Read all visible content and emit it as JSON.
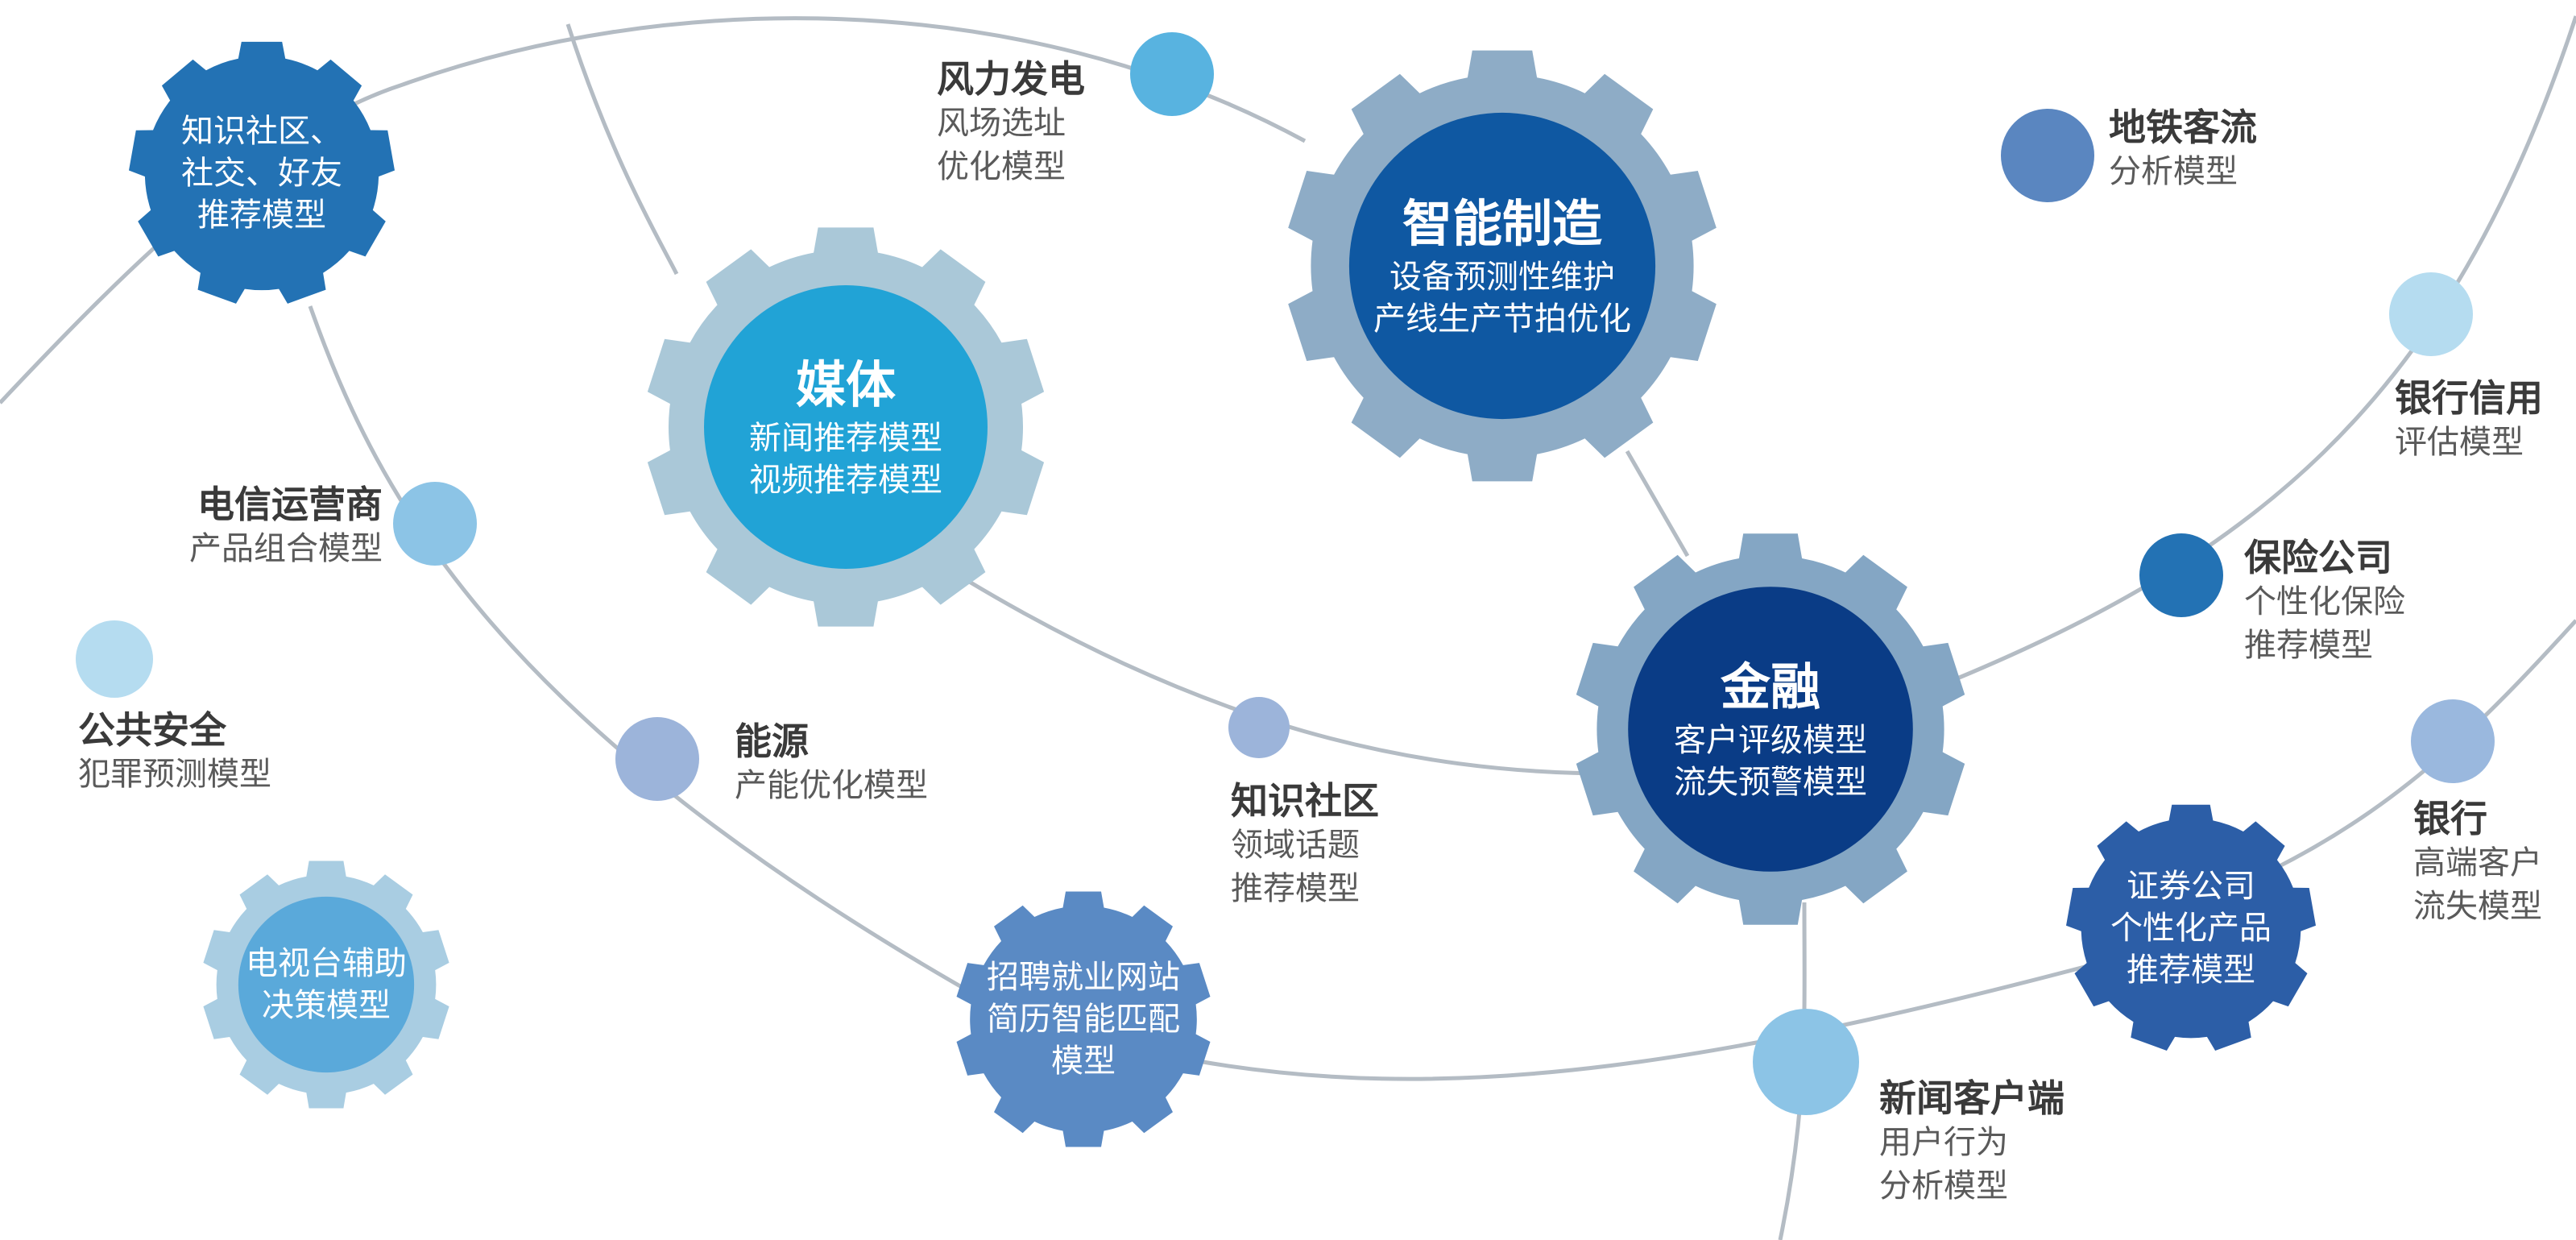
{
  "colors": {
    "line": "#b4bcc4",
    "media": "#21a3d6",
    "media_ring": "#aac8d8",
    "mfg": "#0f58a2",
    "mfg_ring": "#8eacc6",
    "finance": "#0a3c86",
    "finance_ring": "#84a6c4",
    "knowledge_social": "#2372b4",
    "tv": "#5aa9da",
    "tv_ring": "#a9cde2",
    "recruit": "#5a8ac4",
    "securities": "#2c5ea7",
    "label_title": "#3a3a3a",
    "label_desc": "#5a5a5a"
  },
  "gears": [
    {
      "id": "media",
      "icon": "gear-icon",
      "title": "媒体",
      "lines": [
        "新闻推荐模型",
        "视频推荐模型"
      ]
    },
    {
      "id": "mfg",
      "icon": "gear-icon",
      "title": "智能制造",
      "lines": [
        "设备预测性维护",
        "产线生产节拍优化"
      ]
    },
    {
      "id": "finance",
      "icon": "gear-icon",
      "title": "金融",
      "lines": [
        "客户评级模型",
        "流失预警模型"
      ]
    },
    {
      "id": "knowledge_social",
      "icon": "gear-icon",
      "title": "",
      "lines": [
        "知识社区、",
        "社交、好友",
        "推荐模型"
      ]
    },
    {
      "id": "tv",
      "icon": "gear-icon",
      "title": "",
      "lines": [
        "电视台辅助",
        "决策模型"
      ]
    },
    {
      "id": "recruit",
      "icon": "gear-icon",
      "title": "",
      "lines": [
        "招聘就业网站",
        "简历智能匹配",
        "模型"
      ]
    },
    {
      "id": "securities",
      "icon": "gear-icon",
      "title": "",
      "lines": [
        "证券公司",
        "个性化产品",
        "推荐模型"
      ]
    }
  ],
  "nodes": [
    {
      "id": "wind",
      "color": "#58b3e0",
      "title": "风力发电",
      "lines": [
        "风场选址",
        "优化模型"
      ]
    },
    {
      "id": "metro",
      "color": "#5a86c0",
      "title": "地铁客流",
      "lines": [
        "分析模型"
      ]
    },
    {
      "id": "bank_credit",
      "color": "#b5dcf0",
      "title": "银行信用",
      "lines": [
        "评估模型"
      ]
    },
    {
      "id": "insurance",
      "color": "#2372b4",
      "title": "保险公司",
      "lines": [
        "个性化保险",
        "推荐模型"
      ]
    },
    {
      "id": "bank",
      "color": "#9ab8de",
      "title": "银行",
      "lines": [
        "高端客户",
        "流失模型"
      ]
    },
    {
      "id": "telecom",
      "color": "#8cc4e6",
      "title": "电信运营商",
      "lines": [
        "产品组合模型"
      ]
    },
    {
      "id": "public_safety",
      "color": "#b5dcf0",
      "title": "公共安全",
      "lines": [
        "犯罪预测模型"
      ]
    },
    {
      "id": "energy",
      "color": "#9cb4da",
      "title": "能源",
      "lines": [
        "产能优化模型"
      ]
    },
    {
      "id": "knowledge_community",
      "color": "#9cb4da",
      "title": "知识社区",
      "lines": [
        "领域话题",
        "推荐模型"
      ]
    },
    {
      "id": "news_client",
      "color": "#8cc4e6",
      "title": "新闻客户端",
      "lines": [
        "用户行为",
        "分析模型"
      ]
    }
  ]
}
